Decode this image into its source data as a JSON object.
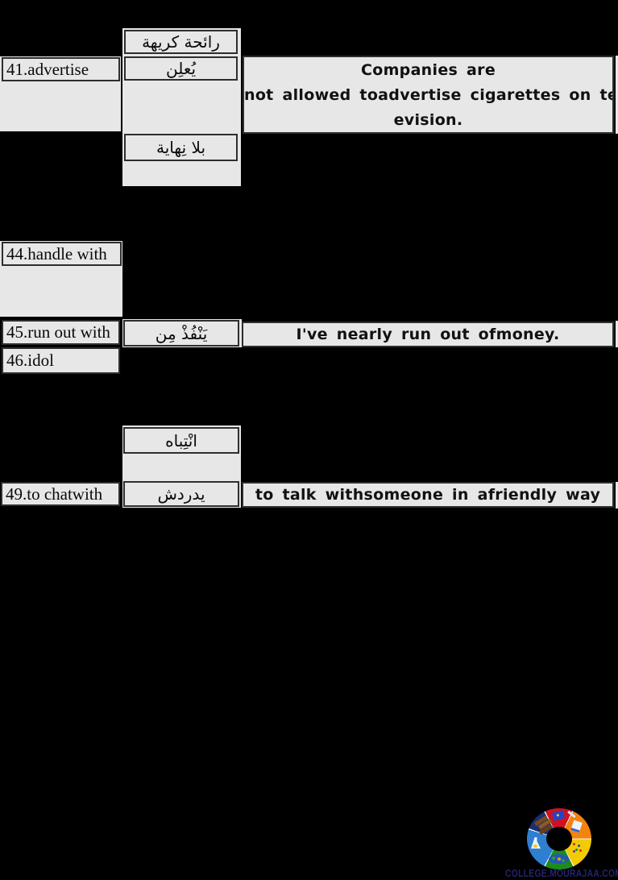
{
  "page": {
    "background": "#000000",
    "cell_fill": "#e7e7e7",
    "cell_border": "#2e2e2e"
  },
  "vocab": {
    "smell_ar": "رائحة كريهة",
    "advertise": {
      "en": "41.advertise",
      "ar": "يُعلِن",
      "example_lines": [
        "Companies are",
        "not allowed toadvertise cigarettes on tel",
        "evision."
      ]
    },
    "endless_ar": "بلا نِهاية",
    "handle": {
      "en": "44.handle with"
    },
    "run_out": {
      "en": "45.run out with",
      "ar": "يَنْفُذْ مِن",
      "example": "I've nearly run out ofmoney."
    },
    "idol": {
      "en": "46.idol"
    },
    "attention_ar": "انْتِباه",
    "chat": {
      "en": "49.to chatwith",
      "ar": "يدردش",
      "example": "to talk withsomeone in afriendly way"
    }
  },
  "logo": {
    "site_text": "COLLEGE.MOURAJAA.COM",
    "text_color": "#232369",
    "ring_colors": {
      "red": "#cf1220",
      "orange": "#f1830e",
      "yellow": "#f2cb05",
      "green": "#1d8b1d",
      "blue": "#2f7fd0",
      "navy": "#1b2f70"
    },
    "icons": [
      "graduation-cap",
      "pencil",
      "paper-pen",
      "confetti",
      "world-map",
      "flask",
      "books"
    ]
  }
}
